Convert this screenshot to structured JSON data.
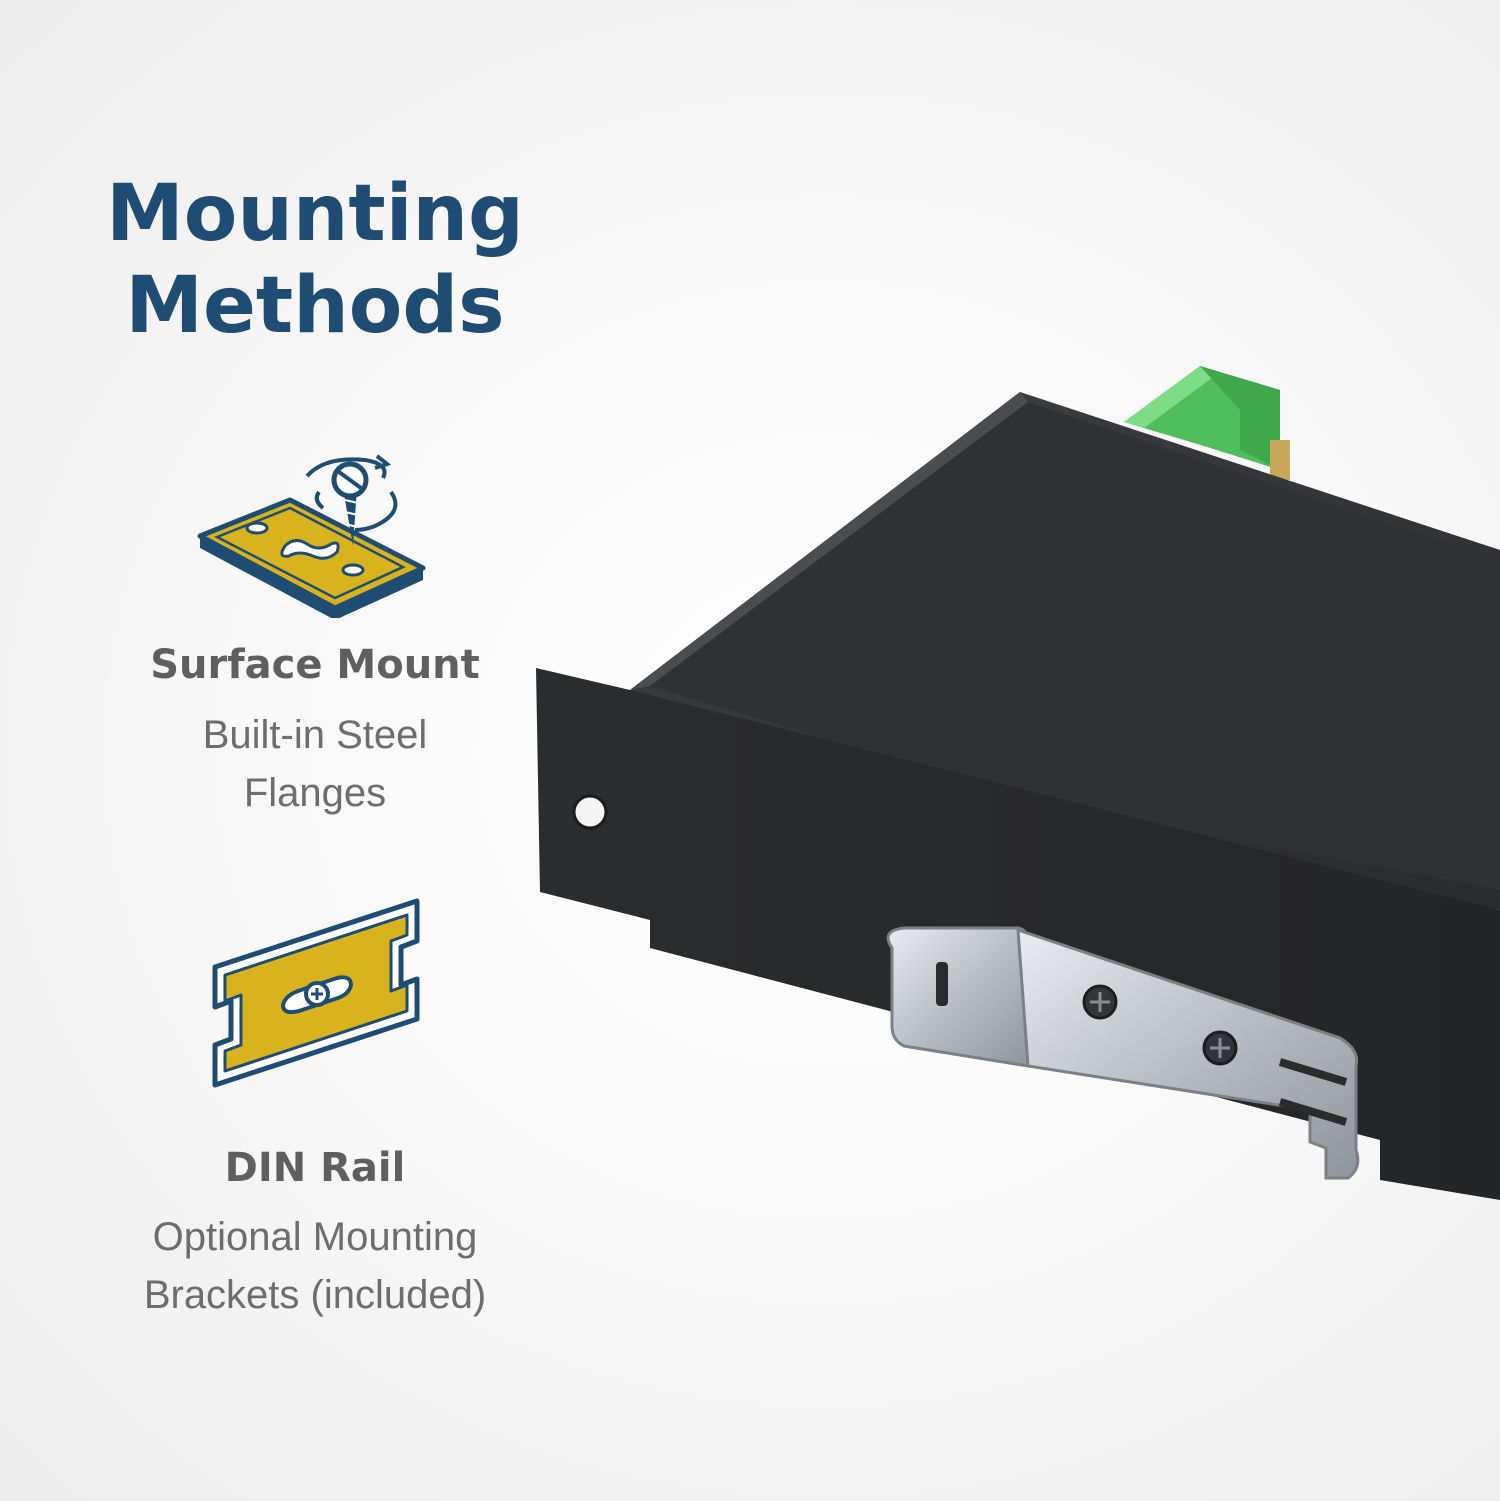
{
  "title": {
    "line1": "Mounting",
    "line2": "Methods"
  },
  "features": [
    {
      "icon": "surface-mount-icon",
      "name": "Surface Mount",
      "description": [
        "Built-in Steel",
        "Flanges"
      ]
    },
    {
      "icon": "din-rail-icon",
      "name": "DIN Rail",
      "description": [
        "Optional Mounting",
        "Brackets (included)"
      ]
    }
  ],
  "colors": {
    "title": "#1f4c72",
    "icon_navy": "#1f4c72",
    "icon_gold": "#d9b31e",
    "text_gray": "#5f5f5f",
    "housing": "#2e2f31",
    "connector_green": "#5fcf6a",
    "bracket_steel": "#c9cdd2"
  }
}
